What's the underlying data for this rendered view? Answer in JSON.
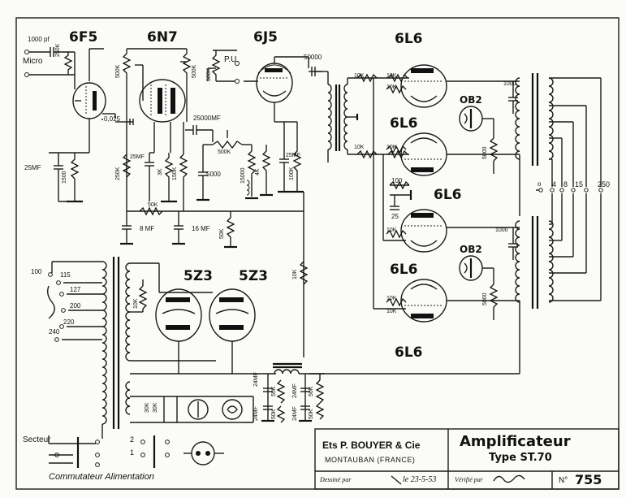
{
  "tubes": {
    "t6f5": "6F5",
    "t6n7": "6N7",
    "t6j5": "6J5",
    "t6l6_a": "6L6",
    "t6l6_b": "6L6",
    "t6l6_c": "6L6",
    "t6l6_d": "6L6",
    "t6l6_e": "6L6",
    "t5z3_a": "5Z3",
    "t5z3_b": "5Z3",
    "ob2_a": "OB2",
    "ob2_b": "OB2"
  },
  "inputs": {
    "micro": "Micro",
    "pu": "P.U.",
    "cap_1000pf": "1000 pf"
  },
  "components": {
    "r_250k_a": "250K",
    "r_500k_a": "500K",
    "r_500k_b": "500K",
    "r_500k_c": "500K",
    "c_0025": "0,025",
    "c_25000mf": "25000MF",
    "c_25mf_a": "25MF",
    "r_1500": "1500",
    "c_25mf_b": "25MF",
    "r_250k_b": "250K",
    "r_3k": "3K",
    "r_150k": "150K",
    "c_5000": "5000",
    "r_15000": "15000",
    "r_4k": "4K",
    "c_25mf_c": "25MF",
    "r_100k": "100K",
    "c_50000": "50000",
    "r_50k_a": "50K",
    "c_8mf": "8 MF",
    "c_16mf": "16 MF",
    "r_50k_b": "50K",
    "r_10k_a": "10K",
    "r_10k_b": "10K",
    "r_10k_c": "10K",
    "r_10k_d": "10K",
    "r_10k_e": "10K",
    "r_10k_f": "10K",
    "r_10k_g": "10K",
    "r_10k_h": "10K",
    "r_100": "100",
    "c_25": "25",
    "c_1000_a": "1000",
    "c_1000_b": "1000",
    "r_5000_a": "5000",
    "r_5000_b": "5000",
    "r_10k_hv": "10K",
    "r_10k_ps": "10K",
    "c_24mf_a": "24MF",
    "c_24mf_b": "24MF",
    "c_24mf_c": "24MF",
    "c_24mf_d": "24MF",
    "r_50k_c": "50K",
    "r_50k_d": "50K",
    "r_50k_e": "50K",
    "r_50k_f": "50K",
    "r_30k": "30K",
    "r_30k_b": "30K"
  },
  "outputs": {
    "o_dot": "o",
    "o4": "4",
    "o8": "8",
    "o15": "15",
    "o250": "250"
  },
  "mains": {
    "v100": "100",
    "v115": "115",
    "v127": "127",
    "v200": "200",
    "v220": "220",
    "v240": "240",
    "secteur": "Secteur",
    "n1": "1",
    "n2": "2",
    "commutateur": "Commutateur Alimentation"
  },
  "title_block": {
    "maker": "Ets P. BOUYER & Cie",
    "city": "MONTAUBAN (FRANCE)",
    "drawn_by": "Dessiné par",
    "drawn_date": "le 23-5-53",
    "checked_by": "Vérifié par",
    "product": "Amplificateur",
    "type": "Type ST.70",
    "number_prefix": "N°",
    "number": "755"
  }
}
